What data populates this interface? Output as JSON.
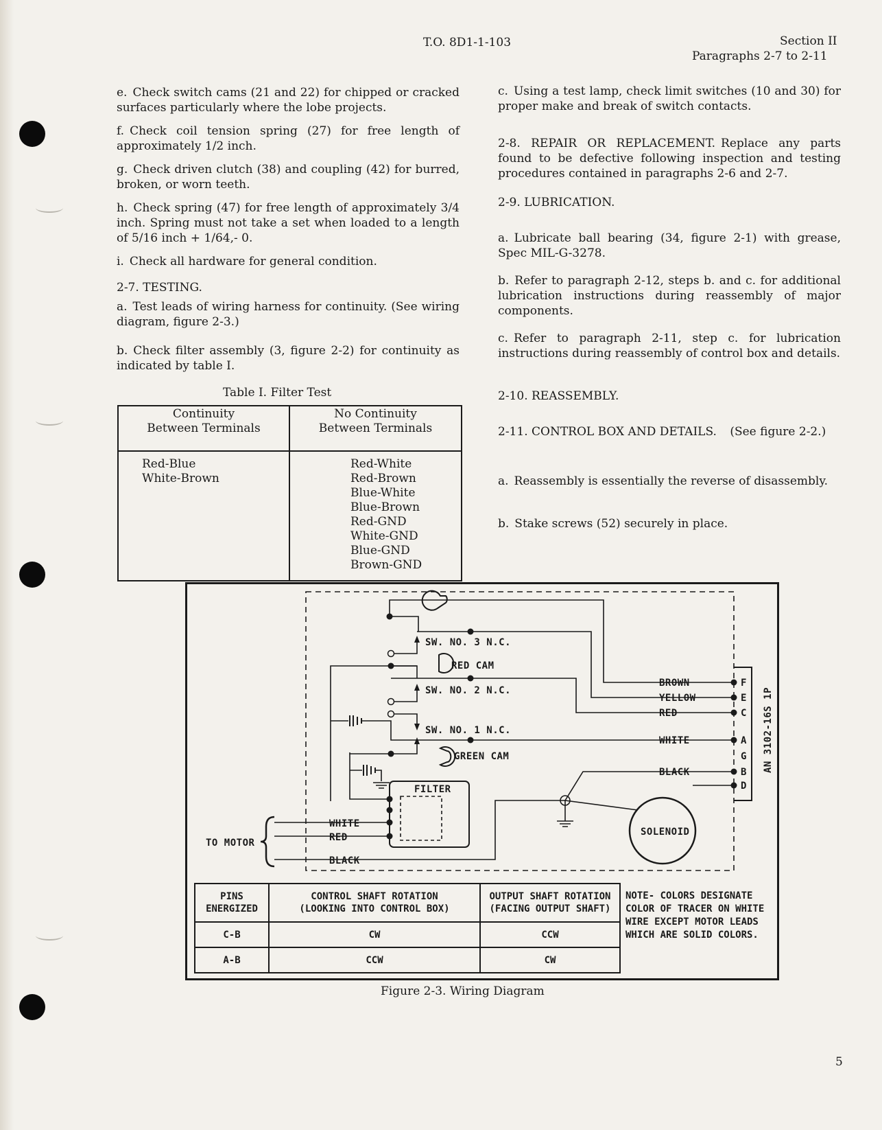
{
  "header": {
    "doc_number": "T.O. 8D1-1-103",
    "section": "Section II",
    "paragraphs": "Paragraphs 2-7 to 2-11"
  },
  "left_column": {
    "e": {
      "idx": "e.",
      "text": "Check switch cams (21 and 22) for chipped or cracked surfaces particularly where the lobe projects."
    },
    "f": {
      "idx": "f.",
      "text": "Check coil tension spring (27) for free length of approximately 1/2 inch."
    },
    "g": {
      "idx": "g.",
      "text": "Check driven clutch (38) and coupling (42) for burred, broken, or worn teeth."
    },
    "h": {
      "idx": "h.",
      "text": "Check spring (47) for free length of approximately 3/4 inch. Spring must not take a set when loaded to a length of 5/16 inch + 1/64,- 0."
    },
    "i": {
      "idx": "i.",
      "text": "Check all hardware for general condition."
    },
    "testing_heading": "2-7. TESTING.",
    "a": {
      "idx": "a.",
      "text": "Test leads of wiring harness for continuity. (See wiring diagram, figure 2-3.)"
    },
    "b": {
      "idx": "b.",
      "text": "Check filter assembly (3, figure 2-2) for continuity as indicated by table I."
    }
  },
  "filter_table": {
    "caption": "Table I. Filter Test",
    "col1_header_line1": "Continuity",
    "col1_header_line2": "Between Terminals",
    "col2_header_line1": "No Continuity",
    "col2_header_line2": "Between Terminals",
    "continuity": [
      "Red-Blue",
      "White-Brown"
    ],
    "no_continuity": [
      "Red-White",
      "Red-Brown",
      "Blue-White",
      "Blue-Brown",
      "Red-GND",
      "White-GND",
      "Blue-GND",
      "Brown-GND"
    ]
  },
  "right_column": {
    "c": {
      "idx": "c.",
      "text": "Using a test lamp, check limit switches (10 and 30) for proper make and break of switch contacts."
    },
    "repair": {
      "heading": "2-8. REPAIR OR REPLACEMENT.",
      "text": "Replace any parts found to be defective following inspection and testing procedures contained in paragraphs 2-6 and 2-7."
    },
    "lubrication_heading": "2-9. LUBRICATION.",
    "lub_a": {
      "idx": "a.",
      "text": "Lubricate ball bearing (34, figure 2-1) with grease, Spec MIL-G-3278."
    },
    "lub_b": {
      "idx": "b.",
      "text": "Refer to paragraph 2-12, steps b. and c. for additional lubrication instructions during reassembly of major components."
    },
    "lub_c": {
      "idx": "c.",
      "text": "Refer to paragraph 2-11, step c. for lubrication instructions during reassembly of control box and details."
    },
    "reassembly_heading": "2-10. REASSEMBLY.",
    "control_box_heading": "2-11. CONTROL BOX AND DETAILS.",
    "control_box_ref": "(See figure 2-2.)",
    "ra": {
      "idx": "a.",
      "text": "Reassembly is essentially the reverse of disassembly."
    },
    "rb": {
      "idx": "b.",
      "text": "Stake screws (52) securely in place."
    }
  },
  "diagram": {
    "sw3": "SW. NO. 3 N.C.",
    "red_cam": "RED CAM",
    "sw2": "SW. NO. 2 N.C.",
    "sw1": "SW. NO. 1 N.C.",
    "green_cam": "GREEN CAM",
    "filter": "FILTER",
    "solenoid": "SOLENOID",
    "to_motor": "TO MOTOR",
    "wire_brown": "BROWN",
    "wire_yellow": "YELLOW",
    "wire_red": "RED",
    "wire_white": "WHITE",
    "wire_black": "BLACK",
    "motor_white": "WHITE",
    "motor_red": "RED",
    "motor_black": "BLACK",
    "pins": [
      "F",
      "E",
      "C",
      "A",
      "G",
      "B",
      "D"
    ],
    "connector": "AN 3102-16S 1P"
  },
  "rotation_table": {
    "h1_line1": "PINS",
    "h1_line2": "ENERGIZED",
    "h2_line1": "CONTROL SHAFT ROTATION",
    "h2_line2": "(LOOKING INTO CONTROL BOX)",
    "h3_line1": "OUTPUT SHAFT ROTATION",
    "h3_line2": "(FACING OUTPUT SHAFT)",
    "rows": [
      {
        "pins": "C-B",
        "control": "CW",
        "output": "CCW"
      },
      {
        "pins": "A-B",
        "control": "CCW",
        "output": "CW"
      }
    ]
  },
  "note": "NOTE- COLORS DESIGNATE COLOR OF TRACER ON WHITE WIRE EXCEPT MOTOR LEADS WHICH ARE SOLID COLORS.",
  "figure_caption": "Figure 2-3. Wiring Diagram",
  "page_number": "5"
}
